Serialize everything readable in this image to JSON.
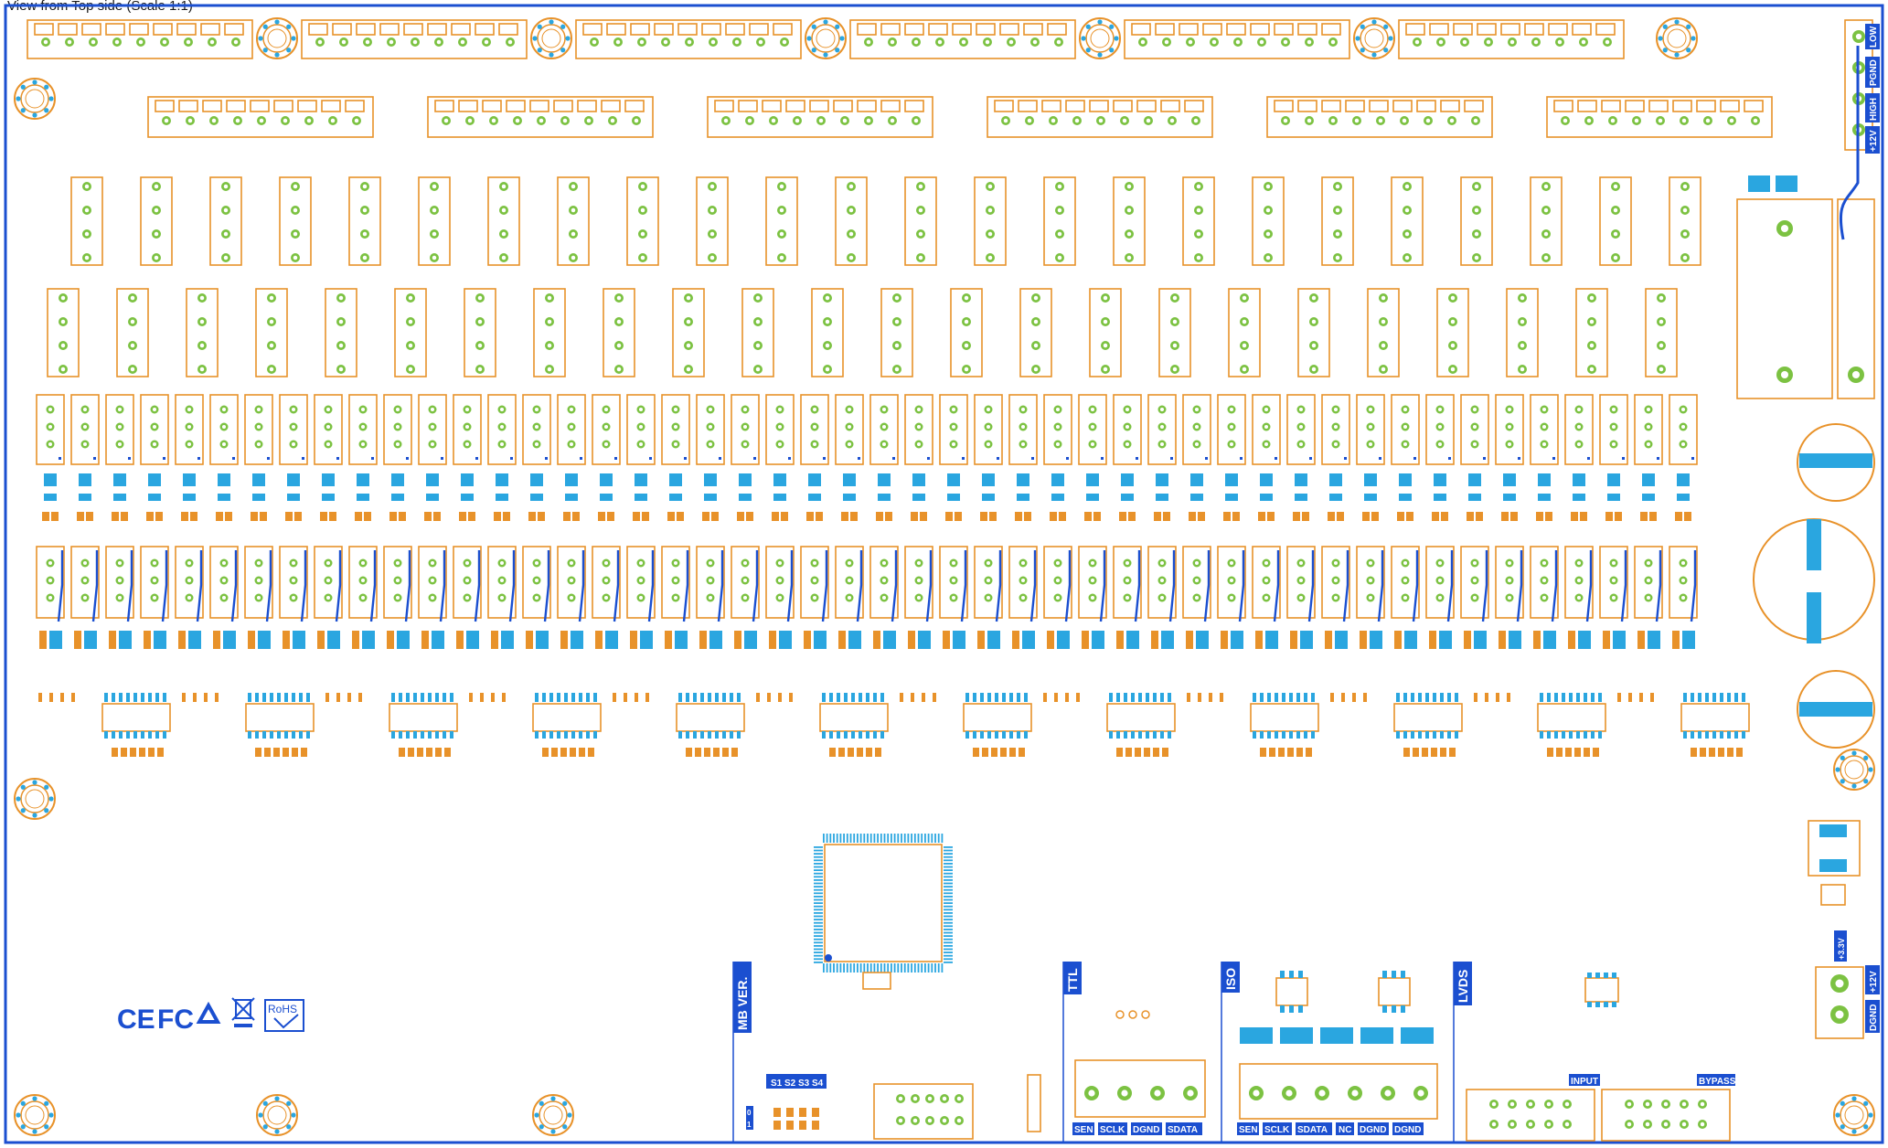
{
  "caption": "View from Top side (Scale 1:1)",
  "colors": {
    "outline": "#1b4fd0",
    "silkscreen": "#e8922a",
    "pad": "#2aa6e0",
    "via": "#7cc242",
    "trace": "#1b4fd0"
  },
  "sections": {
    "mb_ver": "MB VER.",
    "ttl": "TTL",
    "iso": "ISO",
    "lvds": "LVDS"
  },
  "dip_switch": {
    "labels": [
      "S1",
      "S2",
      "S3",
      "S4"
    ],
    "state_0": "0",
    "state_1": "1"
  },
  "power_connector": [
    "LOW",
    "PGND",
    "HIGH",
    "+12V"
  ],
  "aux_connector": [
    "+12V",
    "DGND"
  ],
  "aux_voltage": "+3.3V",
  "ttl_pins": [
    "SEN",
    "SCLK",
    "DGND",
    "SDATA"
  ],
  "iso_pins": [
    "SEN",
    "SCLK",
    "SDATA",
    "NC",
    "DGND",
    "DGND"
  ],
  "lvds_ports": [
    "INPUT",
    "BYPASS"
  ],
  "certifications": {
    "ce": "CE",
    "fcc": "FC",
    "rohs": "RoHS"
  }
}
